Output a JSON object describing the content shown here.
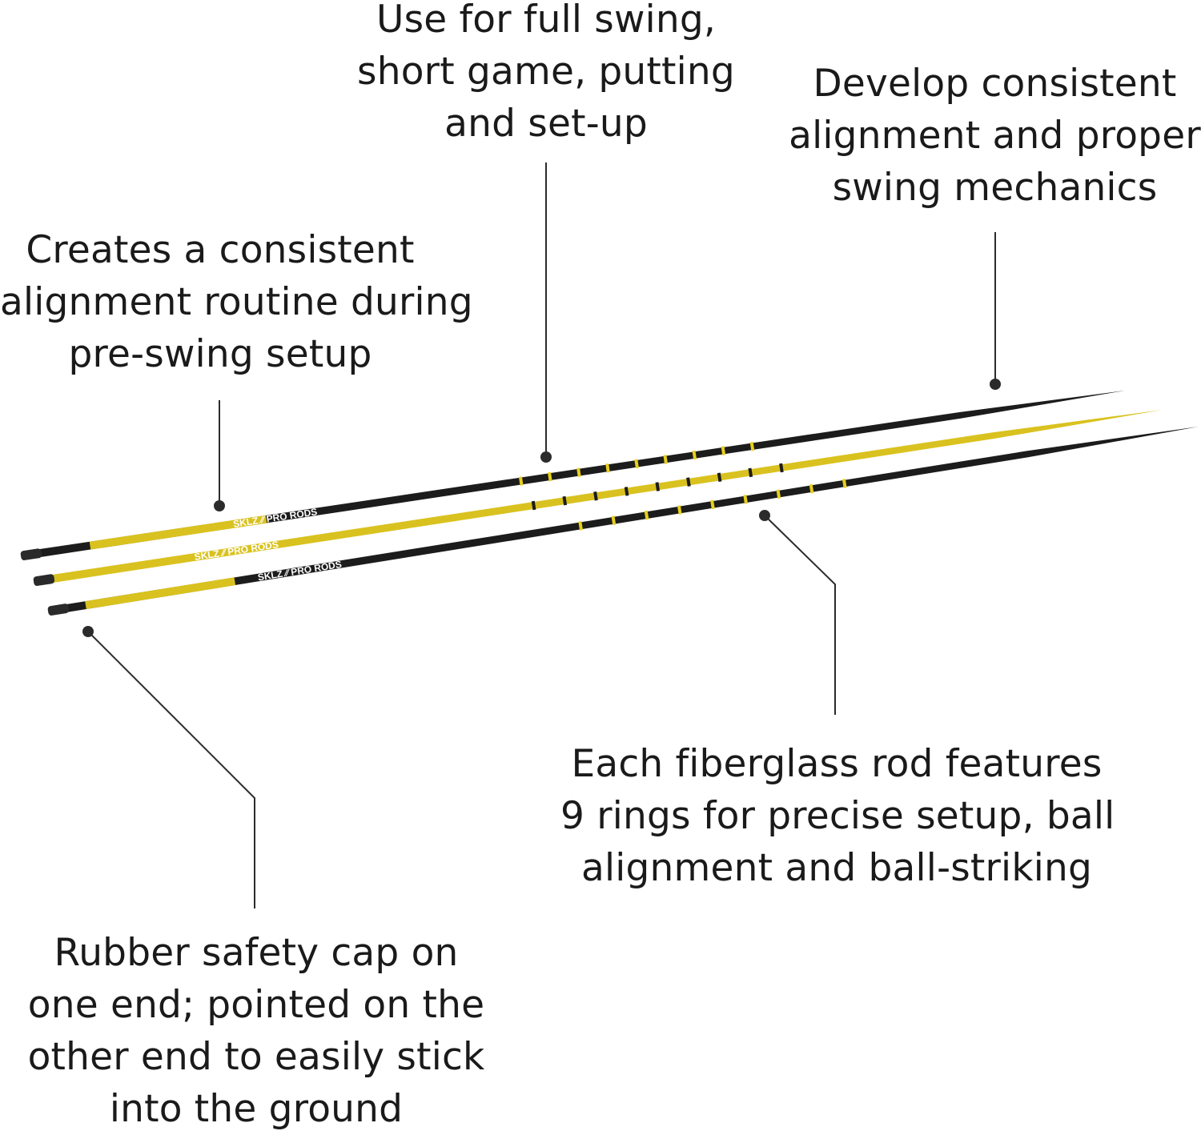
{
  "callouts": {
    "usage": {
      "lines": [
        "Use for full swing,",
        "short game, putting",
        "and set-up"
      ]
    },
    "develop": {
      "lines": [
        "Develop consistent",
        "alignment and proper",
        "swing mechanics"
      ]
    },
    "creates": {
      "lines": [
        "Creates a consistent",
        "alignment routine during",
        "pre-swing setup"
      ]
    },
    "rings": {
      "lines": [
        "Each fiberglass rod features",
        "9 rings for precise setup, ball",
        "alignment and ball-striking"
      ]
    },
    "cap": {
      "lines": [
        "Rubber safety cap on",
        "one end; pointed on the",
        "other end to easily stick",
        "into the ground"
      ]
    }
  },
  "rods": {
    "brand": "SKLZ",
    "product": "PRO RODS",
    "colors": {
      "black": "#1c1c1c",
      "yellow": "#d9c21f",
      "ring_yellow": "#e6cf1e",
      "cap": "#2a2a2a"
    }
  }
}
